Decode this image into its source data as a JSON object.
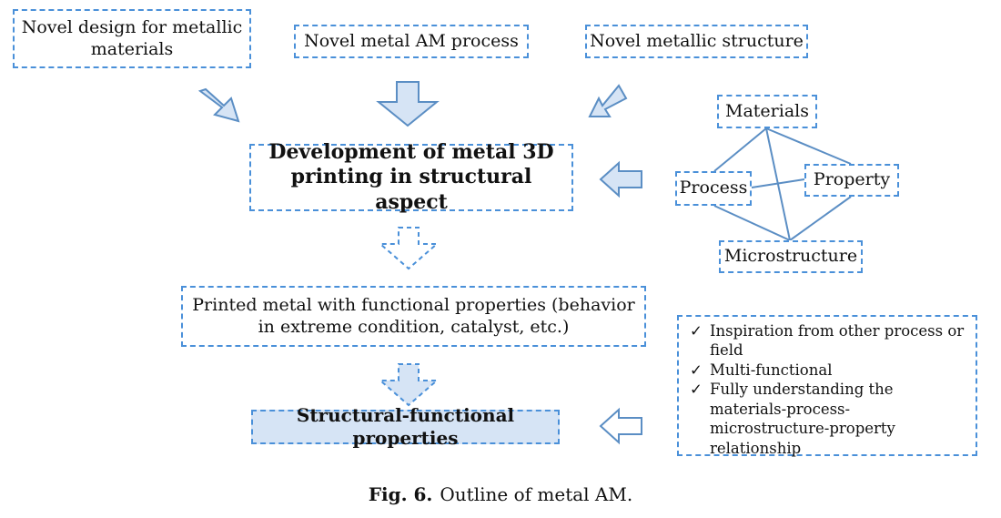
{
  "top_boxes": {
    "left": "Novel design for  metallic materials",
    "middle": "Novel metal AM process",
    "right": "Novel metallic structure"
  },
  "central_box": "Development of metal 3D printing in structural aspect",
  "tetrahedron": {
    "materials": "Materials",
    "process": "Process",
    "property": "Property",
    "microstructure": "Microstructure"
  },
  "functional_box": "Printed metal with functional properties (behavior in extreme condition, catalyst, etc.)",
  "result_box": "Structural-functional properties",
  "checklist": [
    "Inspiration from other process or field",
    "Multi-functional",
    "Fully understanding the materials-process-microstructure-property relationship"
  ],
  "check_mark": "✓",
  "caption": {
    "label": "Fig. 6.",
    "text": "Outline of metal AM."
  },
  "colors": {
    "border": "#4a90d9",
    "arrow_fill": "#d6e4f5",
    "arrow_stroke": "#5b8ec4"
  }
}
